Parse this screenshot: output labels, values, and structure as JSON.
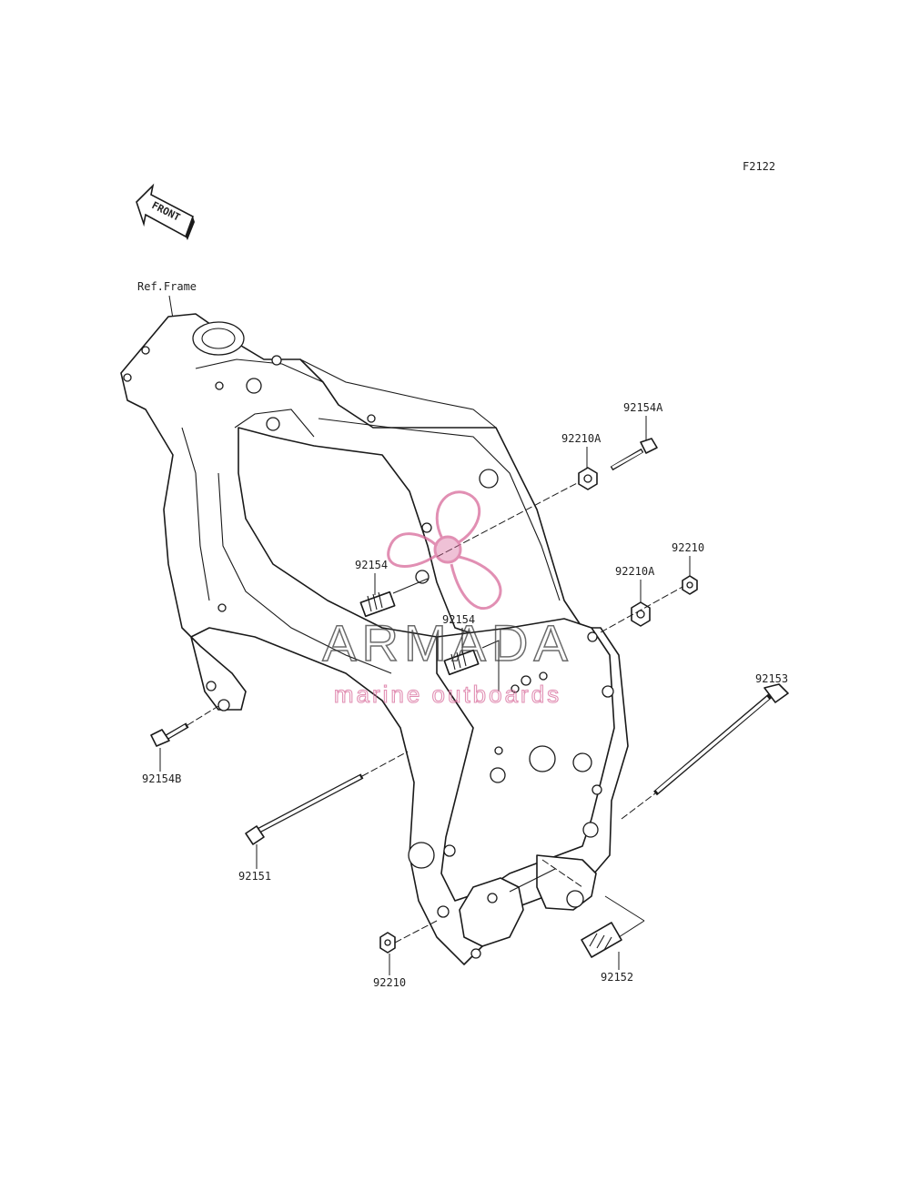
{
  "diagram_code": "F2122",
  "front_arrow": {
    "label": "FRONT"
  },
  "reference_label": "Ref.Frame",
  "parts": [
    {
      "id": "p-92154A",
      "label": "92154A"
    },
    {
      "id": "p-92210A-top",
      "label": "92210A"
    },
    {
      "id": "p-92210-right",
      "label": "92210"
    },
    {
      "id": "p-92210A-mid",
      "label": "92210A"
    },
    {
      "id": "p-92154-upper",
      "label": "92154"
    },
    {
      "id": "p-92154-lower",
      "label": "92154"
    },
    {
      "id": "p-92153",
      "label": "92153"
    },
    {
      "id": "p-92154B",
      "label": "92154B"
    },
    {
      "id": "p-92151",
      "label": "92151"
    },
    {
      "id": "p-92210-bottom",
      "label": "92210"
    },
    {
      "id": "p-92152",
      "label": "92152"
    }
  ],
  "watermark": {
    "brand": "ARMADA",
    "tagline": "marine outboards",
    "color": "#d86a9a"
  }
}
